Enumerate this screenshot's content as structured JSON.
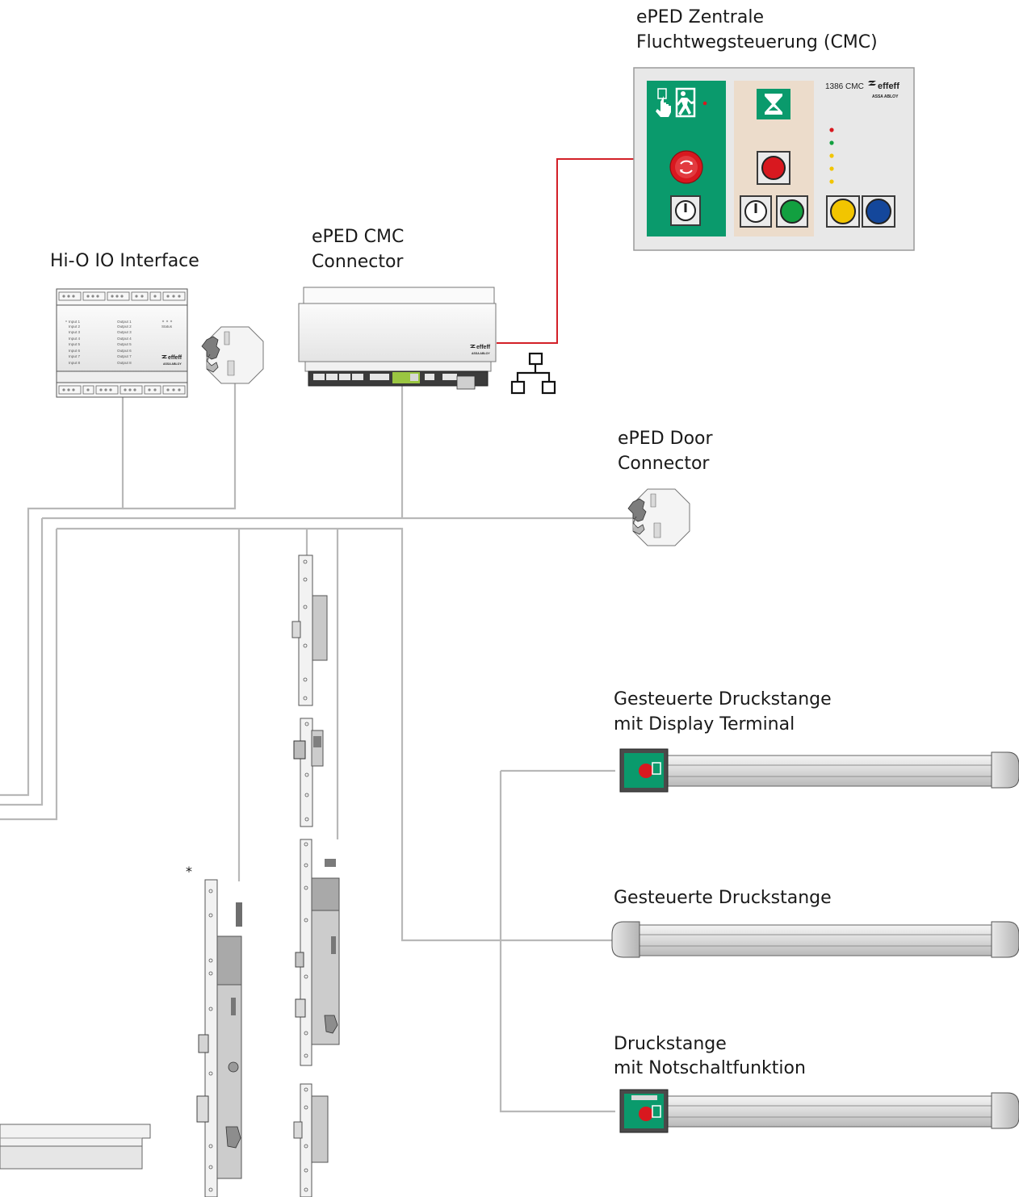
{
  "labels": {
    "cmc_line1": "ePED Zentrale",
    "cmc_line2": "Fluchtwegsteuerung (CMC)",
    "hio": "Hi-O IO Interface",
    "connector_line1": "ePED CMC",
    "connector_line2": "Connector",
    "door_line1": "ePED Door",
    "door_line2": "Connector",
    "bar_display_line1": "Gesteuerte Druckstange",
    "bar_display_line2": "mit Display Terminal",
    "bar_plain": "Gesteuerte Druckstange",
    "bar_emergency_line1": "Druckstange",
    "bar_emergency_line2": "mit Notschaltfunktion",
    "asterisk": "*"
  },
  "cmc_panel": {
    "model": "1386 CMC",
    "brand": "effeff",
    "group": "ASSA ABLOY"
  },
  "io_interface": {
    "inputs": [
      "Input 1",
      "Input 2",
      "Input 3",
      "Input 4",
      "Input 5",
      "Input 6",
      "Input 7",
      "Input 8"
    ],
    "outputs": [
      "Output 1",
      "Output 2",
      "Output 3",
      "Output 4",
      "Output 5",
      "Output 6",
      "Output 7",
      "Output 8"
    ],
    "status": "Status",
    "brand": "effeff",
    "group": "ASSA ABLOY"
  },
  "connector_brand": {
    "brand": "effeff",
    "group": "ASSA ABLOY"
  },
  "colors": {
    "cable": "#b8b8b8",
    "cmc_link": "#d32028",
    "panel_green": "#0a9a6c",
    "panel_beige": "#ecdccb",
    "button_red": "#d8181f",
    "button_green": "#12a040",
    "button_yellow": "#f2c500",
    "button_blue": "#14479b"
  },
  "icons": [
    "emergency-exit-icon",
    "hourglass-icon",
    "network-icon",
    "key-switch-icon"
  ]
}
